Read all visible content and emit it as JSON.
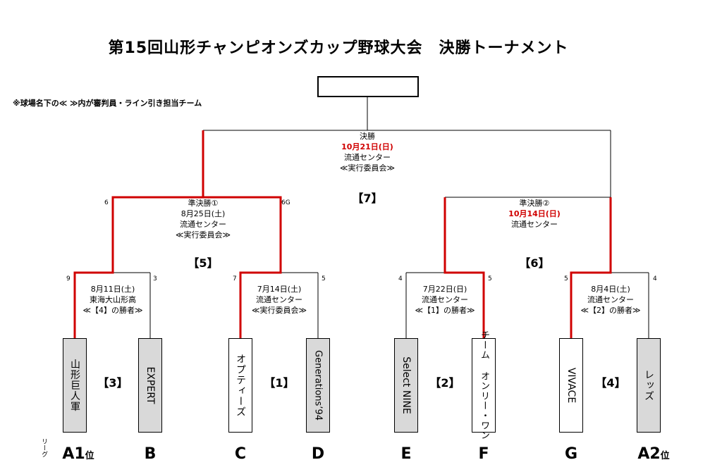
{
  "title": "第15回山形チャンピオンズカップ野球大会　決勝トーナメント",
  "note": "※球場名下の≪ ≫内が審判員・ライン引き担当チーム",
  "league_label": "リーグ",
  "final": {
    "name": "決勝",
    "date": "10月21日(日)",
    "venue": "流通センター",
    "crew": "≪実行委員会≫",
    "game_no": "【7】"
  },
  "semi1": {
    "name": "準決勝①",
    "date": "8月25日(土)",
    "venue": "流通センター",
    "crew": "≪実行委員会≫",
    "game_no": "【5】",
    "score_left": "6",
    "score_right": "6G"
  },
  "semi2": {
    "name": "準決勝②",
    "date": "10月14日(日)",
    "venue": "流通センター",
    "game_no": "【6】"
  },
  "matches": [
    {
      "date": "8月11日(土)",
      "venue": "東海大山形高",
      "crew": "≪【4】の勝者≫",
      "game_no": "【3】",
      "score_left": "9",
      "score_right": "3"
    },
    {
      "date": "7月14日(土)",
      "venue": "流通センター",
      "crew": "≪実行委員会≫",
      "game_no": "【1】",
      "score_left": "7",
      "score_right": "5"
    },
    {
      "date": "7月22日(日)",
      "venue": "流通センター",
      "crew": "≪【1】の勝者≫",
      "game_no": "【2】",
      "score_left": "4",
      "score_right": "5"
    },
    {
      "date": "8月4日(土)",
      "venue": "流通センター",
      "crew": "≪【2】の勝者≫",
      "game_no": "【4】",
      "score_left": "5",
      "score_right": "4"
    }
  ],
  "teams": [
    {
      "name": "山形巨人軍",
      "seed": "A1",
      "seed_suffix": "位",
      "shaded": true
    },
    {
      "name": "EXPERT",
      "seed": "B",
      "seed_suffix": "",
      "shaded": true
    },
    {
      "name": "オプティーズ",
      "seed": "C",
      "seed_suffix": "",
      "shaded": false
    },
    {
      "name": "Generations’94",
      "seed": "D",
      "seed_suffix": "",
      "shaded": true
    },
    {
      "name": "Select NINE",
      "seed": "E",
      "seed_suffix": "",
      "shaded": true
    },
    {
      "name": "チーム オンリー・ワン",
      "seed": "F",
      "seed_suffix": "",
      "shaded": false
    },
    {
      "name": "VIVACE",
      "seed": "G",
      "seed_suffix": "",
      "shaded": false
    },
    {
      "name": "レッズ",
      "seed": "A2",
      "seed_suffix": "位",
      "shaded": true
    }
  ],
  "colors": {
    "winner_line": "#d00000",
    "line": "#000000",
    "shaded_box": "#d9d9d9",
    "date_highlight": "#d00000"
  }
}
